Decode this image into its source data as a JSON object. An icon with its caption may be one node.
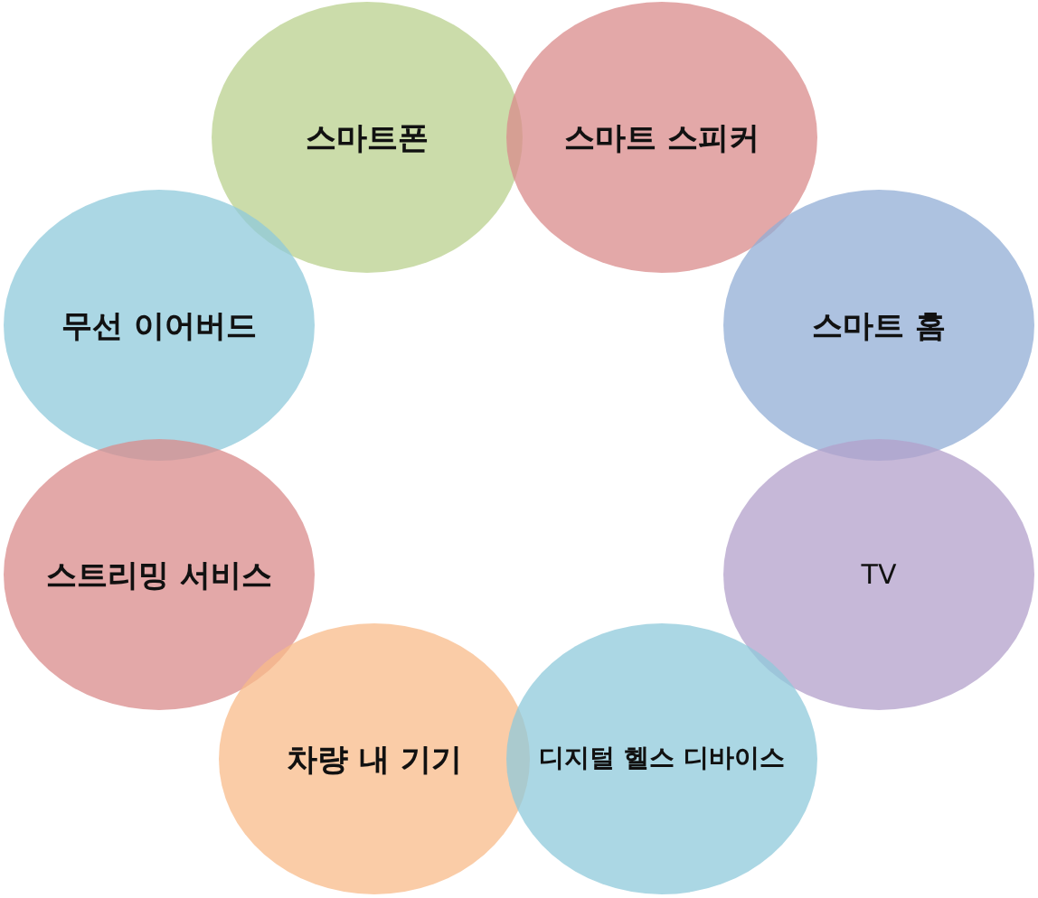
{
  "diagram": {
    "nodes": [
      {
        "text": [
          "스마트폰"
        ]
      },
      {
        "text": [
          "스마트 스피커"
        ]
      },
      {
        "text": [
          "무선 이어버드"
        ]
      },
      {
        "text": [
          "스마트 홈"
        ]
      },
      {
        "text": [
          "스트리밍 서비스"
        ]
      },
      {
        "text": [
          "TV"
        ]
      },
      {
        "text": [
          "차량 내 기기"
        ]
      },
      {
        "text": [
          "디지털 헬스 디바이스"
        ]
      }
    ]
  }
}
